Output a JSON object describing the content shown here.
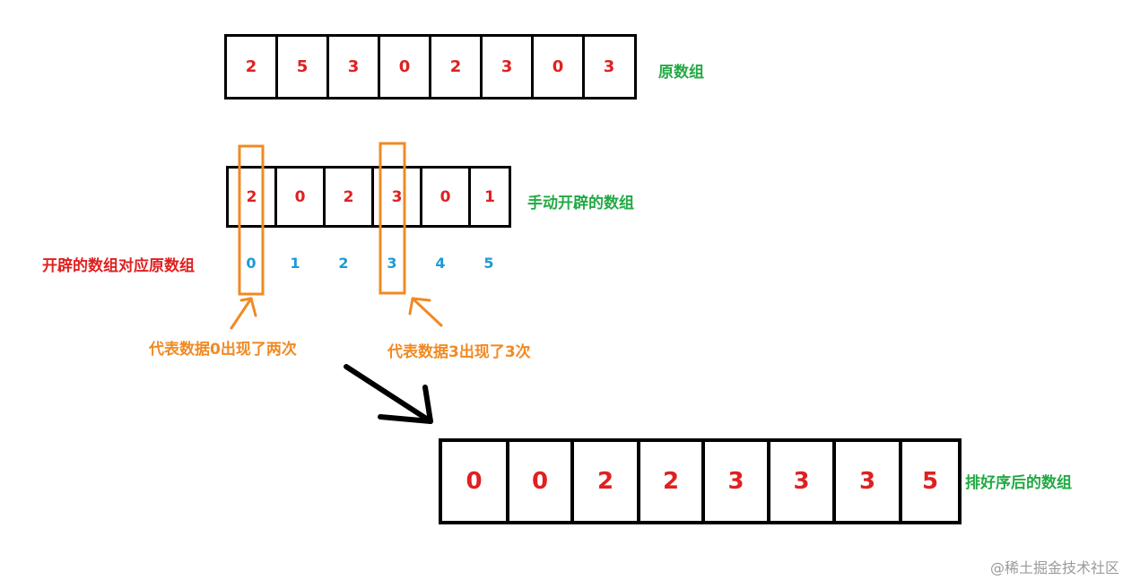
{
  "colors": {
    "red": "#e02020",
    "green": "#22aa44",
    "blue": "#1a9bd7",
    "orange": "#f08a24",
    "black": "#000000",
    "gray": "#9a9a9a"
  },
  "original": {
    "values": [
      "2",
      "5",
      "3",
      "0",
      "2",
      "3",
      "0",
      "3"
    ],
    "label": "原数组"
  },
  "count": {
    "values": [
      "2",
      "0",
      "2",
      "3",
      "0",
      "1"
    ],
    "label": "手动开辟的数组",
    "indices": [
      "0",
      "1",
      "2",
      "3",
      "4",
      "5"
    ],
    "index_label": "开辟的数组对应原数组"
  },
  "annotations": {
    "note_zero": "代表数据0出现了两次",
    "note_three": "代表数据3出现了3次"
  },
  "sorted": {
    "values": [
      "0",
      "0",
      "2",
      "2",
      "3",
      "3",
      "3",
      "5"
    ],
    "label": "排好序后的数组"
  },
  "watermark": "@稀土掘金技术社区"
}
